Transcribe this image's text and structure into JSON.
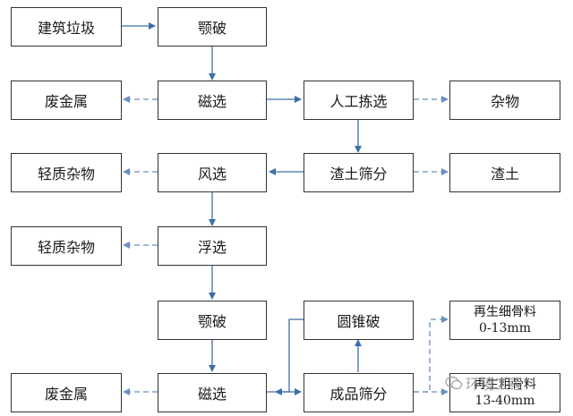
{
  "nodes": {
    "construction_waste": "建筑垃圾",
    "jaw_crush_1": "颚破",
    "scrap_metal_1": "废金属",
    "magnetic_sep_1": "磁选",
    "manual_sort": "人工拣选",
    "sundries": "杂物",
    "light_impurities_1": "轻质杂物",
    "air_sep": "风选",
    "soil_screen": "渣土筛分",
    "soil": "渣土",
    "light_impurities_2": "轻质杂物",
    "float_sep": "浮选",
    "jaw_crush_2": "颚破",
    "cone_crush": "圆锥破",
    "fine_agg_name": "再生细骨料",
    "fine_agg_size": "0-13mm",
    "scrap_metal_2": "废金属",
    "magnetic_sep_2": "磁选",
    "product_screen": "成品筛分",
    "coarse_agg_name": "再生粗骨料",
    "coarse_agg_size": "13-40mm"
  },
  "watermark": "环境工程",
  "colors": {
    "arrow_solid": "#3d6ea8",
    "arrow_dashed": "#6b8fbf",
    "border": "#333333"
  }
}
